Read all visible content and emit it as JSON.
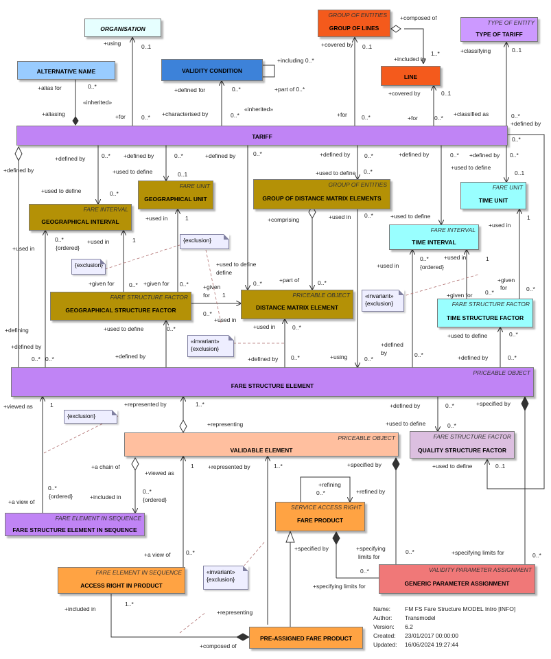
{
  "boxes": {
    "organisation": {
      "stereo": "",
      "name": "ORGANISATION"
    },
    "group_of_lines": {
      "stereo": "GROUP OF ENTITIES",
      "name": "GROUP OF LINES"
    },
    "type_of_tariff": {
      "stereo": "TYPE OF ENTITY",
      "name": "TYPE OF TARIFF"
    },
    "alternative_name": {
      "stereo": "",
      "name": "ALTERNATIVE NAME"
    },
    "validity_condition": {
      "stereo": "",
      "name": "VALIDITY CONDITION"
    },
    "line": {
      "stereo": "",
      "name": "LINE"
    },
    "tariff": {
      "stereo": "",
      "name": "TARIFF"
    },
    "geographical_unit": {
      "stereo": "FARE UNIT",
      "name": "GEOGRAPHICAL UNIT"
    },
    "group_dme": {
      "stereo": "GROUP OF ENTITIES",
      "name": "GROUP OF DISTANCE MATRIX ELEMENTS"
    },
    "time_unit": {
      "stereo": "FARE UNIT",
      "name": "TIME UNIT"
    },
    "geographical_interval": {
      "stereo": "FARE INTERVAL",
      "name": "GEOGRAPHICAL INTERVAL"
    },
    "time_interval": {
      "stereo": "FARE INTERVAL",
      "name": "TIME INTERVAL"
    },
    "geo_structure_factor": {
      "stereo": "FARE STRUCTURE FACTOR",
      "name": "GEOGRAPHICAL STRUCTURE FACTOR"
    },
    "distance_matrix_element": {
      "stereo": "PRICEABLE OBJECT",
      "name": "DISTANCE MATRIX ELEMENT"
    },
    "time_structure_factor": {
      "stereo": "FARE STRUCTURE FACTOR",
      "name": "TIME STRUCTURE FACTOR"
    },
    "fare_structure_element": {
      "stereo": "PRICEABLE OBJECT",
      "name": "FARE STRUCTURE ELEMENT"
    },
    "validable_element": {
      "stereo": "PRICEABLE OBJECT",
      "name": "VALIDABLE ELEMENT"
    },
    "quality_structure_factor": {
      "stereo": "FARE STRUCTURE FACTOR",
      "name": "QUALITY STRUCTURE FACTOR"
    },
    "fse_in_sequence": {
      "stereo": "FARE ELEMENT IN SEQUENCE",
      "name": "FARE STRUCTURE ELEMENT IN SEQUENCE"
    },
    "fare_product": {
      "stereo": "SERVICE ACCESS RIGHT",
      "name": "FARE PRODUCT"
    },
    "access_right_in_product": {
      "stereo": "FARE ELEMENT IN SEQUENCE",
      "name": "ACCESS RIGHT IN PRODUCT"
    },
    "generic_parameter_assignment": {
      "stereo": "VALIDITY PARAMETER ASSIGNMENT",
      "name": "GENERIC PARAMETER ASSIGNMENT"
    },
    "pre_assigned_fare_product": {
      "stereo": "",
      "name": "PRE-ASSIGNED FARE PRODUCT"
    }
  },
  "colors": {
    "organisation": "#e6ffff",
    "group_of_lines": "#f45a1c",
    "type_of_tariff": "#cc99ff",
    "alternative_name": "#99ccff",
    "validity_condition": "#3d82d9",
    "line": "#f45a1c",
    "tariff": "#c084f5",
    "fare_unit_olive": "#b49106",
    "time_cyan": "#99ffff",
    "fare_structure_element": "#c084f5",
    "validable_element": "#ffbf9f",
    "quality_structure_factor": "#dcbfe0",
    "fse_in_sequence": "#c084f5",
    "fare_product": "#ffa343",
    "access_right_in_product": "#ffa343",
    "generic_parameter_assignment": "#f07878",
    "pre_assigned_fare_product": "#ffa343"
  },
  "notes": {
    "note_excl_1": "{exclusion}",
    "note_excl_2": "{exclusion}",
    "note_inv_1": "«invariant» {exclusion}",
    "note_inv_2": "«invariant» {exclusion}",
    "note_excl_3": "{exclusion}",
    "note_inv_3": "«invariant» {exclusion}"
  },
  "labels": {
    "using": "+using",
    "m_0_1a": "0..1",
    "composed_of": "+composed of",
    "covered_by_1": "+covered by",
    "m_0_1b": "0..1",
    "included_in_1": "+included in",
    "m_1_many": "1..*",
    "classifying": "+classifying",
    "m_0_1c": "0..1",
    "including": "+including 0..*",
    "part_of_1": "+part of 0..*",
    "alias_for": "+alias for",
    "m_0_many_a": "0..*",
    "inherited_1": "«inherited»",
    "defined_for": "+defined for",
    "m_0_many_b": "0..*",
    "inherited_2": "«inherited»",
    "covered_by_2": "+covered by",
    "m_0_1d": "0..1",
    "aliasing": "+aliasing",
    "for_1": "+for",
    "m_0_many_c": "0..*",
    "characterised_by": "+characterised by",
    "m_0_many_d": "0..*",
    "for_2": "+for",
    "m_0_many_e": "0..*",
    "for_3": "+for",
    "m_0_many_f": "0..*",
    "classified_as": "+classified as",
    "m_0_many_g": "0..*",
    "defined_by_top": "+defined by",
    "m_0_many_h": "0..*",
    "defined_by_a": "+defined by",
    "defined_by_b": "+defined by",
    "m_0_many_i": "0..*",
    "defined_by_c": "+defined by",
    "m_0_many_j": "0..*",
    "m_0_many_k": "0..*",
    "defined_by_d": "+defined by",
    "m_0_many_l": "0..*",
    "defined_by_e": "+defined by",
    "m_0_many_m": "0..*",
    "defined_by_f": "+defined by",
    "m_0_many_n": "0..*",
    "defined_by_g": "+defined by",
    "m_0_many_o": "0..*",
    "used_to_define_a": "+used to define",
    "m_0_1e": "0..1",
    "used_to_define_b": "+used to define",
    "m_0_many_p": "0..*",
    "used_to_define_c": "+used to define",
    "m_0_1f": "0..1",
    "used_to_define_d": "+used to define",
    "m_0_many_q": "0..*",
    "used_in_a": "+used in",
    "m_1_a": "1",
    "comprising": "+comprising",
    "used_in_b": "+used in",
    "m_0_many_r": "0..*",
    "used_to_define_e": "+used to define",
    "used_in_c": "+used in",
    "m_1_b": "1",
    "used_in_d": "+used in",
    "m_0_many_ord": "0..*",
    "ordered_1": "{ordered}",
    "used_in_e": "+used in",
    "m_1_c": "1",
    "used_in_f": "+used in",
    "m_0_many_s": "0..*",
    "ordered_2": "{ordered}",
    "used_in_g": "+used in",
    "m_1_d": "1",
    "used_to_define_f": "+used to define",
    "used_to_define_g": "define",
    "part_of_2": "+part of",
    "m_0_many_t": "0..*",
    "m_0_many_u": "0..*",
    "given_for_a": "+given for",
    "m_0_many_v": "0..*",
    "given_for_b": "+given for",
    "m_0_many_w": "0..*",
    "given_for_c": "+given",
    "given_for_c2": "for",
    "m_1_e": "1",
    "m_0_many_x": "0..*",
    "used_in_h": "+used in",
    "used_in_i": "+used in",
    "m_0_many_y": "0..*",
    "given_for_d": "+given for",
    "m_0_many_z": "0..*",
    "given_for_e": "+given",
    "given_for_e2": "for",
    "m_0_many_aa": "0..*",
    "defining": "+defining",
    "defined_by_h": "+defined by",
    "m_0_many_ab": "0..*",
    "m_0_many_ac": "0..*",
    "used_to_define_h": "+used to define",
    "m_0_many_ad": "0..*",
    "defined_by_i": "+defined by",
    "defined_by_j": "+defined by",
    "m_0_many_ae": "0..*",
    "using_2": "+using",
    "m_0_many_af": "0..*",
    "defined_2": "+defined",
    "by_2": "by",
    "m_0_many_ag": "0..*",
    "used_to_define_i": "+used to define",
    "m_0_many_ah": "0..*",
    "defined_by_k": "+defined by",
    "m_0_many_ai": "0..*",
    "viewed_as_1": "+viewed as",
    "m_1_f": "1",
    "represented_by_1": "+represented by",
    "m_1_many_b": "1..*",
    "defined_by_l": "+defined by",
    "m_0_many_aj": "0..*",
    "specified_by_1": "+specified by",
    "representing_1": "+representing",
    "used_to_define_j": "+used to define",
    "m_0_many_ak": "0..*",
    "a_chain_of": "+a chain of",
    "viewed_as_2": "+viewed as",
    "m_1_g": "1",
    "represented_by_2": "+represented by",
    "m_1_many_c": "1..*",
    "specified_by_2": "+specified by",
    "used_to_define_k": "+used to define",
    "m_0_1g": "0..1",
    "a_view_of_1": "+a view of",
    "m_0_many_al": "0..*",
    "ordered_3": "{ordered}",
    "included_in_2": "+included in",
    "m_0_many_am": "0..*",
    "ordered_4": "{ordered}",
    "refining": "+refining",
    "m_0_many_an": "0..*",
    "refined_by": "+refined by",
    "a_view_of_2": "+a view of",
    "m_0_many_ao": "0..*",
    "specified_by_3": "+specified by",
    "specifying_limits_for_1": "+specifying",
    "specifying_limits_for_1b": "limits for",
    "m_0_many_ap": "0..*",
    "specifying_limits_for_2": "+specifying limits for",
    "m_0_many_aq": "0..*",
    "m_0_many_ar": "0..*",
    "specifying_limits_for_3": "+specifying limits for",
    "included_in_3": "+included in",
    "m_1_many_d": "1..*",
    "representing_2": "+representing",
    "composed_of_2": "+composed of"
  },
  "metadata": {
    "name_label": "Name:",
    "name": "FM FS Fare Structure MODEL Intro [INFO]",
    "author_label": "Author:",
    "author": "Transmodel",
    "version_label": "Version:",
    "version": "6.2",
    "created_label": "Created:",
    "created": "23/01/2017 00:00:00",
    "updated_label": "Updated:",
    "updated": "16/06/2024 19:27:44"
  }
}
